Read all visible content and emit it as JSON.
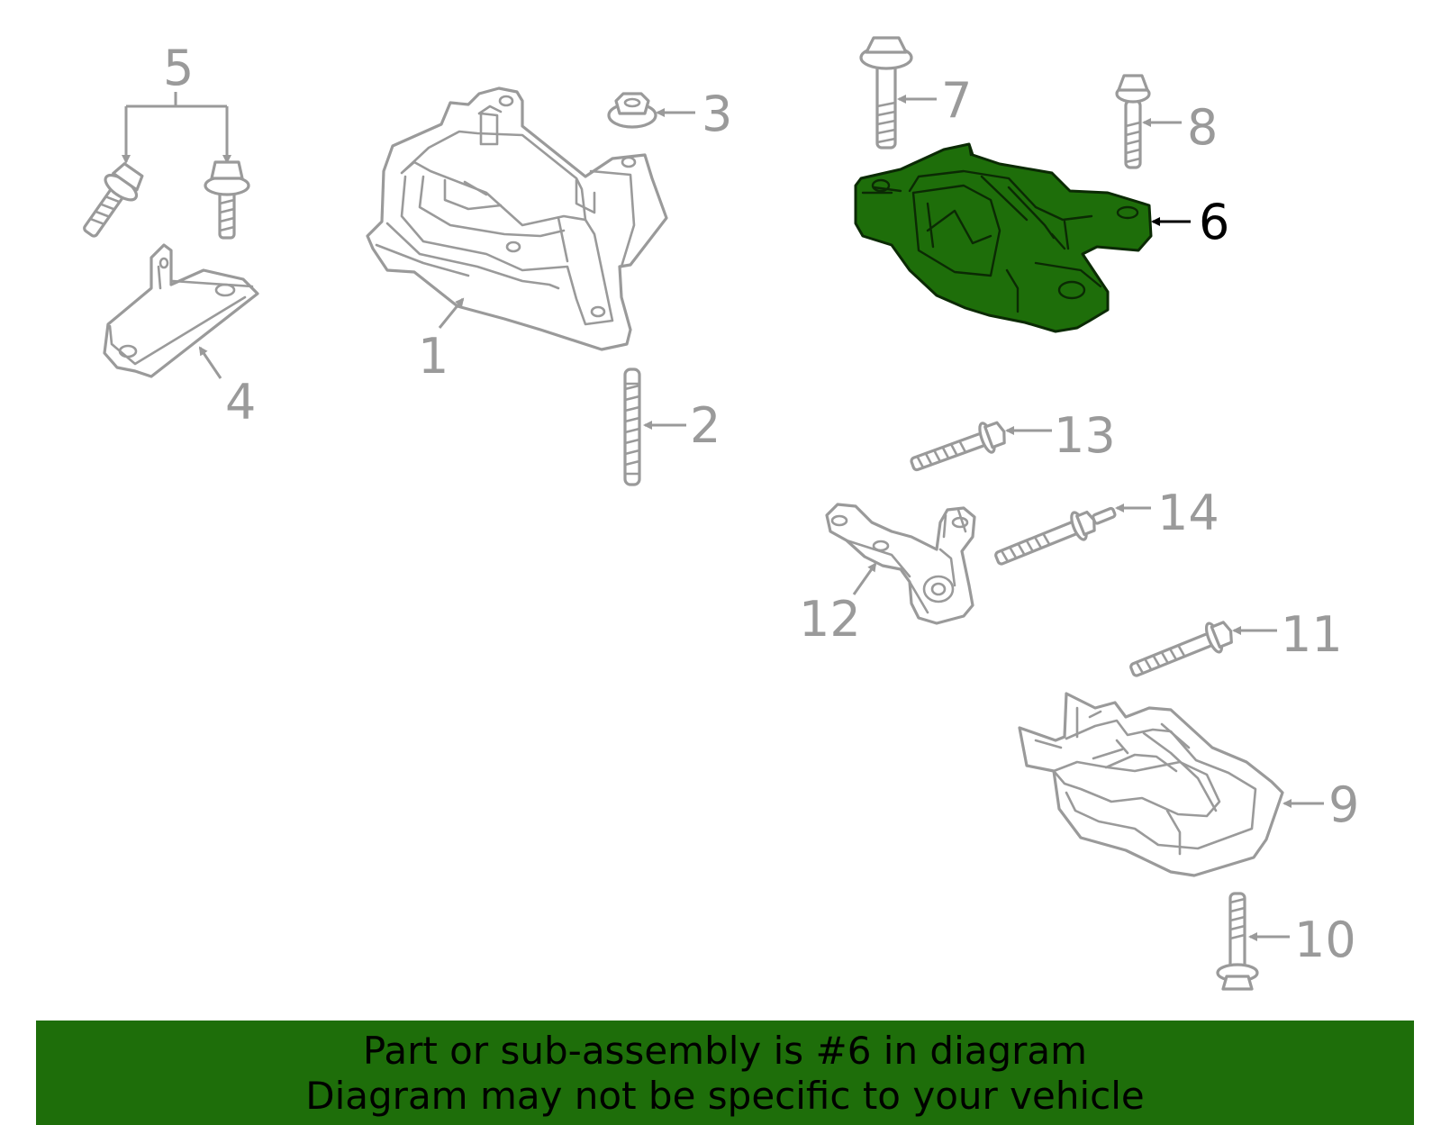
{
  "diagram": {
    "highlighted_part": "6",
    "callouts": [
      "1",
      "2",
      "3",
      "4",
      "5",
      "6",
      "7",
      "8",
      "9",
      "10",
      "11",
      "12",
      "13",
      "14"
    ]
  },
  "colors": {
    "highlight_fill": "#1e6e0a",
    "part_stroke": "#9a9a9a",
    "banner_bg": "#1e6e0a"
  },
  "banner": {
    "line1": "Part or sub-assembly is #6 in diagram",
    "line2": "Diagram may not be specific to your vehicle"
  }
}
